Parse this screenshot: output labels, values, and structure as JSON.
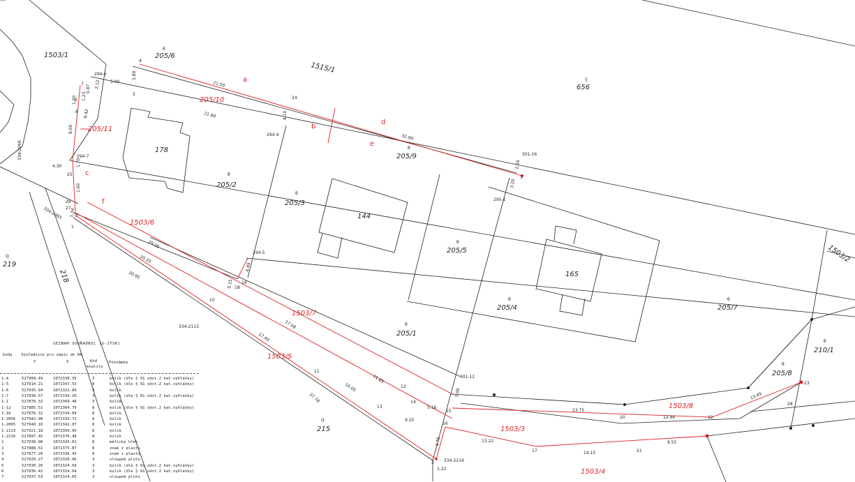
{
  "parcels": {
    "black": [
      {
        "id": "p1503-1",
        "text": "1503/1"
      },
      {
        "id": "p1515-1",
        "text": "1515/1"
      },
      {
        "id": "p205-6",
        "text": "205/6"
      },
      {
        "id": "p656",
        "text": "656"
      },
      {
        "id": "p178",
        "text": "178"
      },
      {
        "id": "p205-2",
        "text": "205/2"
      },
      {
        "id": "p205-3",
        "text": "205/3"
      },
      {
        "id": "p144",
        "text": "144"
      },
      {
        "id": "p205-9",
        "text": "205/9"
      },
      {
        "id": "p205-5",
        "text": "205/5"
      },
      {
        "id": "p165",
        "text": "165"
      },
      {
        "id": "p205-4",
        "text": "205/4"
      },
      {
        "id": "p205-7",
        "text": "205/7"
      },
      {
        "id": "p205-1",
        "text": "205/1"
      },
      {
        "id": "p210-1",
        "text": "210/1"
      },
      {
        "id": "p205-8",
        "text": "205/8"
      },
      {
        "id": "p219",
        "text": "219"
      },
      {
        "id": "p218",
        "text": "218"
      },
      {
        "id": "p215",
        "text": "215"
      },
      {
        "id": "p1503-2",
        "text": "1503/2"
      }
    ],
    "red": [
      {
        "id": "r205-10",
        "text": "205/10"
      },
      {
        "id": "r205-11",
        "text": "205/11"
      },
      {
        "id": "r1503-6",
        "text": "1503/6"
      },
      {
        "id": "r1503-7",
        "text": "1503/7"
      },
      {
        "id": "r1503-5",
        "text": "1503/5"
      },
      {
        "id": "r1503-8",
        "text": "1503/8"
      },
      {
        "id": "r1503-3",
        "text": "1503/3"
      },
      {
        "id": "r1503-4",
        "text": "1503/4"
      }
    ]
  },
  "part_letters": [
    "a",
    "b",
    "c",
    "d",
    "e",
    "f"
  ],
  "point_numbers": [
    "4",
    "5",
    "6",
    "7",
    "8",
    "24",
    "25",
    "26",
    "27",
    "9",
    "1",
    "3",
    "19",
    "18",
    "14",
    "15",
    "16",
    "17",
    "20",
    "21",
    "22",
    "23",
    "28",
    "2",
    "11",
    "12",
    "13",
    "10"
  ],
  "black_point_labels": [
    "294-6",
    "294-7",
    "294-4",
    "294-5",
    "301-16",
    "295-1",
    "301-12",
    "334-2066",
    "334-2065",
    "334-2113",
    "334-2216"
  ],
  "measurements": [
    "21.50",
    "21.60",
    "32.90",
    "3.89",
    "4.10",
    "2.50",
    "3.20",
    "5.90",
    "2.12",
    "8.00",
    "1.70",
    "1.00",
    "4.30",
    "1.60",
    "0.87",
    "1.23",
    "9.42",
    "1.34",
    "29.05",
    "20.33",
    "20.95",
    "17.40",
    "17.08",
    "10.05",
    "11.65",
    "4.49",
    "0.15",
    "5.16",
    "3.00",
    "9.25",
    "13.22",
    "14.15",
    "9.55",
    "23.75",
    "12.94",
    "13.49",
    "37.78",
    "4.70",
    "1.22"
  ],
  "coord_table": {
    "title": "SEZNAM SOUŘADNIC  (S-JTSK)",
    "headers": {
      "c1": "bodu",
      "c2a": "Souřadnice pro  zápis  do  KN",
      "c2b": "Y",
      "c3": "X",
      "c4a": "Kód",
      "c4b": "kvality",
      "c5": "Poznámka"
    },
    "rows": [
      {
        "id": "1-4",
        "y": "527909.49",
        "x": "1072330.39",
        "q": "3",
        "note": "kolík (dle § 91 odst.2 kat.vyhlášky)"
      },
      {
        "id": "1-5",
        "y": "527914.21",
        "x": "1072347.53",
        "q": "8",
        "note": "kolík (dle § 91 odst.2 kat.vyhlášky)"
      },
      {
        "id": "1-6",
        "y": "527935.94",
        "x": "1072322.89",
        "q": "3",
        "note": "kolík"
      },
      {
        "id": "1-7",
        "y": "527938.57",
        "x": "1072334.10",
        "q": "3",
        "note": "kolík (dle § 91 odst.2 kat.vyhlášky)"
      },
      {
        "id": "1-1",
        "y": "527878.32",
        "x": "1072369.40",
        "q": "3",
        "note": "kolík"
      },
      {
        "id": "1-12",
        "y": "527885.51",
        "x": "1072364.79",
        "q": "8",
        "note": "kolík (dle § 91 odst.2 kat.vyhlášky)"
      },
      {
        "id": "1-16",
        "y": "527876.32",
        "x": "1072334.09",
        "q": "8",
        "note": "kolík"
      },
      {
        "id": "1-2056",
        "y": "527942.90",
        "x": "1072333.72",
        "q": "8",
        "note": "kolík"
      },
      {
        "id": "1-2065",
        "y": "527940.10",
        "x": "1072342.07",
        "q": "8",
        "note": "kolík"
      },
      {
        "id": "1-2113",
        "y": "527921.18",
        "x": "1072356.95",
        "q": "8",
        "note": "kolík"
      },
      {
        "id": "1-2216",
        "y": "527897.45",
        "x": "1072376.48",
        "q": "8",
        "note": "kolík"
      },
      {
        "id": "1",
        "y": "527938.90",
        "x": "1072343.01",
        "q": "8",
        "note": "měřický hřeb"
      },
      {
        "id": "2",
        "y": "527888.51",
        "x": "1072375.87",
        "q": "8",
        "note": "znak z plastu"
      },
      {
        "id": "3",
        "y": "527877.20",
        "x": "1072336.43",
        "q": "8",
        "note": "znak z plastu"
      },
      {
        "id": "4",
        "y": "527929.27",
        "x": "1072320.96",
        "q": "3",
        "note": "sloupek plotu"
      },
      {
        "id": "5",
        "y": "527930.26",
        "x": "1072324.50",
        "q": "3",
        "note": "kolík (dle § 91 odst.2 kat.vyhlášky)"
      },
      {
        "id": "6",
        "y": "527936.42",
        "x": "1072324.94",
        "q": "3",
        "note": "kolík (dle § 91 odst.2 kat.vyhlášky)"
      },
      {
        "id": "7",
        "y": "527937.53",
        "x": "1072324.65",
        "q": "3",
        "note": "sloupek plotu"
      }
    ]
  }
}
